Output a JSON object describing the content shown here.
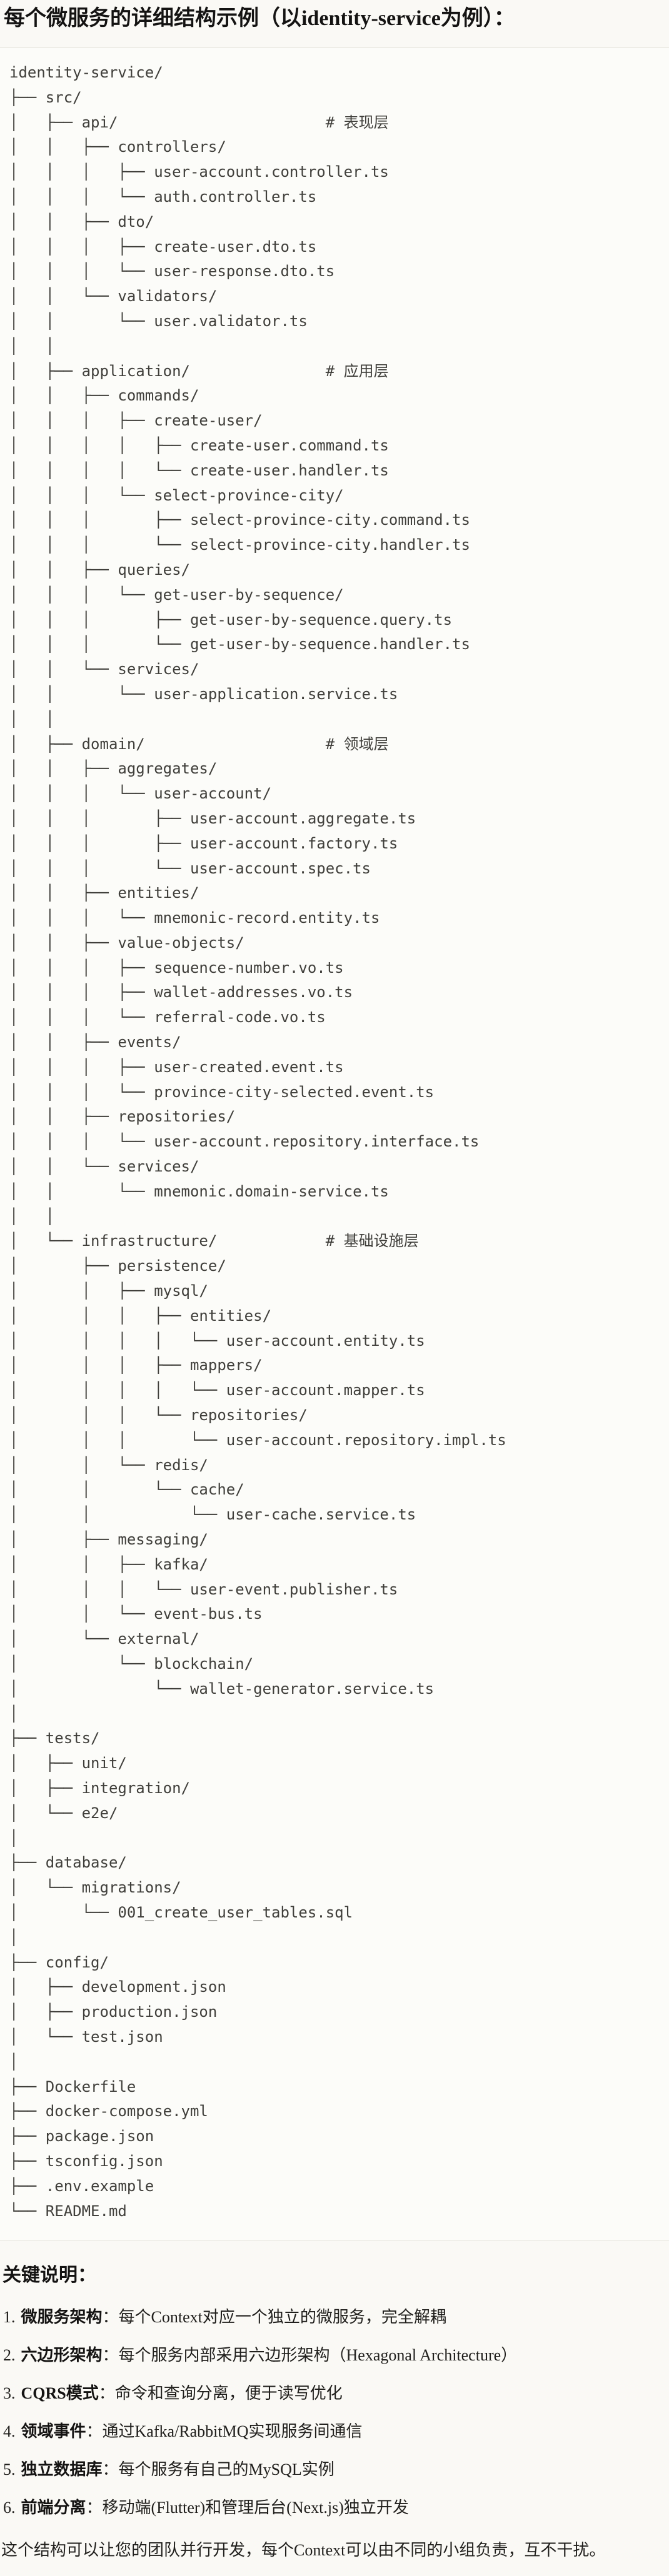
{
  "title": "每个微服务的详细结构示例（以identity-service为例）：",
  "tree": {
    "lines": [
      "identity-service/",
      "├── src/",
      "│   ├── api/                       # 表现层",
      "│   │   ├── controllers/",
      "│   │   │   ├── user-account.controller.ts",
      "│   │   │   └── auth.controller.ts",
      "│   │   ├── dto/",
      "│   │   │   ├── create-user.dto.ts",
      "│   │   │   └── user-response.dto.ts",
      "│   │   └── validators/",
      "│   │       └── user.validator.ts",
      "│   │",
      "│   ├── application/               # 应用层",
      "│   │   ├── commands/",
      "│   │   │   ├── create-user/",
      "│   │   │   │   ├── create-user.command.ts",
      "│   │   │   │   └── create-user.handler.ts",
      "│   │   │   └── select-province-city/",
      "│   │   │       ├── select-province-city.command.ts",
      "│   │   │       └── select-province-city.handler.ts",
      "│   │   ├── queries/",
      "│   │   │   └── get-user-by-sequence/",
      "│   │   │       ├── get-user-by-sequence.query.ts",
      "│   │   │       └── get-user-by-sequence.handler.ts",
      "│   │   └── services/",
      "│   │       └── user-application.service.ts",
      "│   │",
      "│   ├── domain/                    # 领域层",
      "│   │   ├── aggregates/",
      "│   │   │   └── user-account/",
      "│   │   │       ├── user-account.aggregate.ts",
      "│   │   │       ├── user-account.factory.ts",
      "│   │   │       └── user-account.spec.ts",
      "│   │   ├── entities/",
      "│   │   │   └── mnemonic-record.entity.ts",
      "│   │   ├── value-objects/",
      "│   │   │   ├── sequence-number.vo.ts",
      "│   │   │   ├── wallet-addresses.vo.ts",
      "│   │   │   └── referral-code.vo.ts",
      "│   │   ├── events/",
      "│   │   │   ├── user-created.event.ts",
      "│   │   │   └── province-city-selected.event.ts",
      "│   │   ├── repositories/",
      "│   │   │   └── user-account.repository.interface.ts",
      "│   │   └── services/",
      "│   │       └── mnemonic.domain-service.ts",
      "│   │",
      "│   └── infrastructure/            # 基础设施层",
      "│       ├── persistence/",
      "│       │   ├── mysql/",
      "│       │   │   ├── entities/",
      "│       │   │   │   └── user-account.entity.ts",
      "│       │   │   ├── mappers/",
      "│       │   │   │   └── user-account.mapper.ts",
      "│       │   │   └── repositories/",
      "│       │   │       └── user-account.repository.impl.ts",
      "│       │   └── redis/",
      "│       │       └── cache/",
      "│       │           └── user-cache.service.ts",
      "│       ├── messaging/",
      "│       │   ├── kafka/",
      "│       │   │   └── user-event.publisher.ts",
      "│       │   └── event-bus.ts",
      "│       └── external/",
      "│           └── blockchain/",
      "│               └── wallet-generator.service.ts",
      "│",
      "├── tests/",
      "│   ├── unit/",
      "│   ├── integration/",
      "│   └── e2e/",
      "│",
      "├── database/",
      "│   └── migrations/",
      "│       └── 001_create_user_tables.sql",
      "│",
      "├── config/",
      "│   ├── development.json",
      "│   ├── production.json",
      "│   └── test.json",
      "│",
      "├── Dockerfile",
      "├── docker-compose.yml",
      "├── package.json",
      "├── tsconfig.json",
      "├── .env.example",
      "└── README.md"
    ]
  },
  "notes": {
    "heading": "关键说明：",
    "colon": "：",
    "items": [
      {
        "num": "1.",
        "label": "微服务架构",
        "text": "每个Context对应一个独立的微服务，完全解耦"
      },
      {
        "num": "2.",
        "label": "六边形架构",
        "text": "每个服务内部采用六边形架构（Hexagonal Architecture）"
      },
      {
        "num": "3.",
        "label": "CQRS模式",
        "text": "命令和查询分离，便于读写优化"
      },
      {
        "num": "4.",
        "label": "领域事件",
        "text": "通过Kafka/RabbitMQ实现服务间通信"
      },
      {
        "num": "5.",
        "label": "独立数据库",
        "text": "每个服务有自己的MySQL实例"
      },
      {
        "num": "6.",
        "label": "前端分离",
        "text": "移动端(Flutter)和管理后台(Next.js)独立开发"
      }
    ],
    "closing": "这个结构可以让您的团队并行开发，每个Context可以由不同的小组负责，互不干扰。"
  },
  "colors": {
    "page_bg": "#faf9f5",
    "code_bg": "#fcfcf9",
    "border": "#e4e2da",
    "code_text": "#403f3b",
    "body_text": "#1c1b18"
  }
}
